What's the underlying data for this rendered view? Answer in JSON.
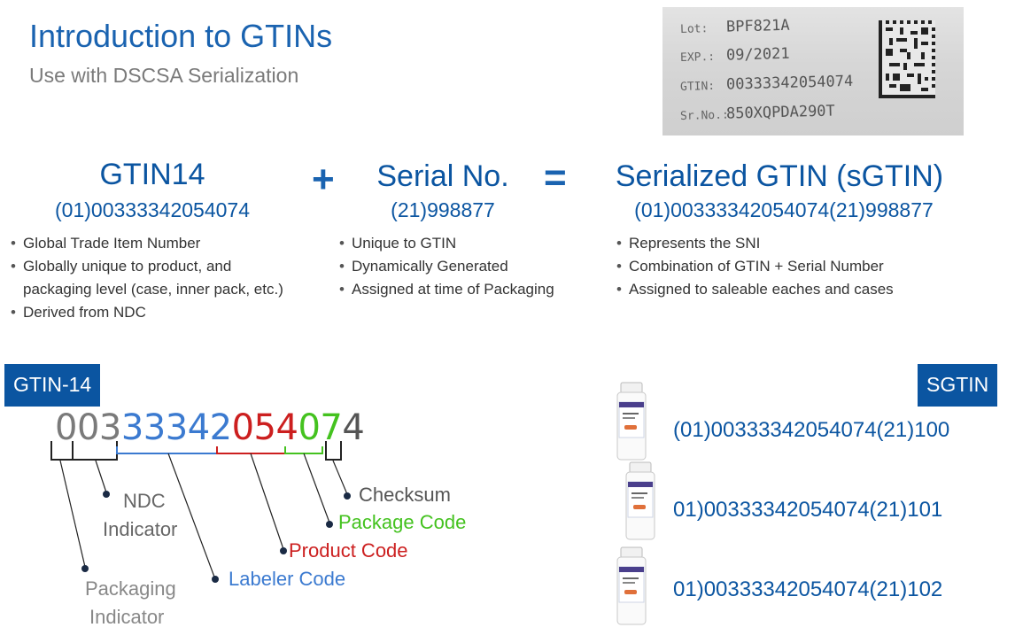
{
  "header": {
    "title": "Introduction to GTINs",
    "subtitle": "Use with DSCSA Serialization"
  },
  "label_photo": {
    "rows": [
      {
        "key": "Lot:",
        "value": "BPF821A"
      },
      {
        "key": "EXP.:",
        "value": "09/2021"
      },
      {
        "key": "GTIN:",
        "value": "00333342054074"
      },
      {
        "key": "Sr.No.:",
        "value": "850XQPDA290T"
      }
    ]
  },
  "columns": {
    "gtin": {
      "title": "GTIN14",
      "code": "(01)00333342054074",
      "bullets": [
        "Global Trade Item Number",
        "Globally unique to product, and",
        "packaging level (case, inner pack, etc.)",
        "Derived from NDC"
      ]
    },
    "plus": "+",
    "serial": {
      "title": "Serial No.",
      "code": "(21)998877",
      "bullets": [
        "Unique to GTIN",
        "Dynamically Generated",
        "Assigned at time of Packaging"
      ]
    },
    "equals": "=",
    "sgtin": {
      "title": "Serialized GTIN (sGTIN)",
      "code": "(01)00333342054074(21)998877",
      "bullets": [
        "Represents the SNI",
        "Combination of GTIN + Serial Number",
        "Assigned to saleable eaches and cases"
      ]
    }
  },
  "gtin14_section": {
    "tag": "GTIN-14",
    "digits": {
      "packaging": "0",
      "ndc_indicator": "03",
      "labeler": "33342",
      "product": "054",
      "package": "07",
      "checksum": "4"
    },
    "callouts": {
      "checksum": "Checksum",
      "ndc_line1": "NDC",
      "ndc_line2": "Indicator",
      "package_code": "Package Code",
      "product_code": "Product Code",
      "labeler_code": "Labeler Code",
      "packaging_line1": "Packaging",
      "packaging_line2": "Indicator"
    },
    "colors": {
      "labeler": "#3b7ad0",
      "product": "#cc1f1f",
      "package": "#44c21f",
      "neutral": "#7a7a7a"
    }
  },
  "sgtin_section": {
    "tag": "SGTIN",
    "items": [
      "(01)00333342054074(21)100",
      "01)00333342054074(21)101",
      "01)00333342054074(21)102"
    ]
  }
}
